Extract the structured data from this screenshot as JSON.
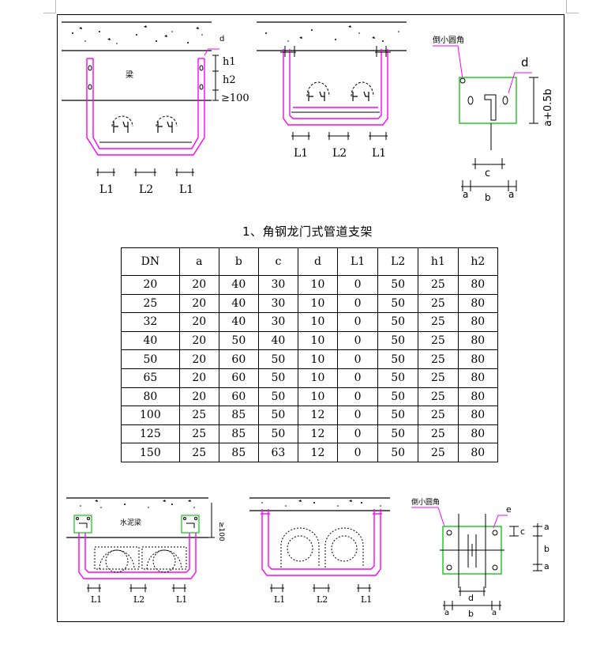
{
  "page": {
    "colors": {
      "support": "#ff00ff",
      "plate": "#33cc33",
      "line": "#000000"
    }
  },
  "top_drawings": {
    "left": {
      "labels": [
        "d",
        "h1",
        "h2",
        "≥100",
        "梁",
        "L1",
        "L2",
        "L1"
      ]
    },
    "middle": {
      "labels": [
        "L1",
        "L2",
        "L1"
      ]
    },
    "right": {
      "labels": [
        "倒小圆角",
        "d",
        "a+0.5b",
        "c",
        "a",
        "b",
        "a"
      ]
    }
  },
  "table_title": "1、角钢龙门式管道支架",
  "table": {
    "headers": [
      "DN",
      "a",
      "b",
      "c",
      "d",
      "L1",
      "L2",
      "h1",
      "h2"
    ],
    "rows": [
      [
        "20",
        "20",
        "40",
        "30",
        "10",
        "0",
        "50",
        "25",
        "80"
      ],
      [
        "25",
        "20",
        "40",
        "30",
        "10",
        "0",
        "50",
        "25",
        "80"
      ],
      [
        "32",
        "20",
        "40",
        "30",
        "10",
        "0",
        "50",
        "25",
        "80"
      ],
      [
        "40",
        "20",
        "50",
        "40",
        "10",
        "0",
        "50",
        "25",
        "80"
      ],
      [
        "50",
        "20",
        "60",
        "50",
        "10",
        "0",
        "50",
        "25",
        "80"
      ],
      [
        "65",
        "20",
        "60",
        "50",
        "10",
        "0",
        "50",
        "25",
        "80"
      ],
      [
        "80",
        "20",
        "60",
        "50",
        "10",
        "0",
        "50",
        "25",
        "80"
      ],
      [
        "100",
        "25",
        "85",
        "50",
        "12",
        "0",
        "50",
        "25",
        "80"
      ],
      [
        "125",
        "25",
        "85",
        "50",
        "12",
        "0",
        "50",
        "25",
        "80"
      ],
      [
        "150",
        "25",
        "85",
        "63",
        "12",
        "0",
        "50",
        "25",
        "80"
      ]
    ]
  },
  "bottom_drawings": {
    "left": {
      "labels": [
        "≥100",
        "水泥梁",
        "L1",
        "L2",
        "L1"
      ]
    },
    "middle": {
      "labels": [
        "L1",
        "L2",
        "L1"
      ]
    },
    "right": {
      "labels": [
        "倒小圆角",
        "e",
        "c",
        "a",
        "b",
        "a",
        "d",
        "a",
        "b",
        "a"
      ]
    }
  }
}
